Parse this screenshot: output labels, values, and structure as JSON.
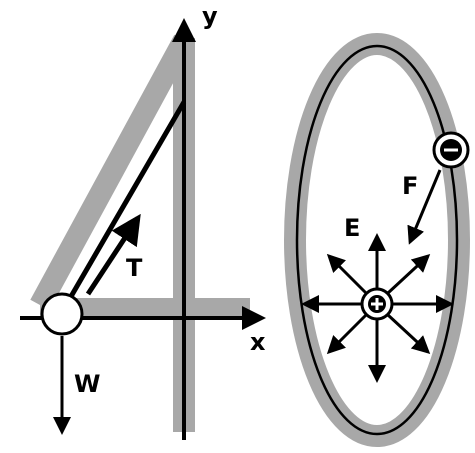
{
  "figure": {
    "number_shape": "40",
    "labels": {
      "y_axis": "y",
      "x_axis": "x",
      "tension": "T",
      "weight": "W",
      "electric_field": "E",
      "force": "F"
    },
    "charges": {
      "positive_symbol": "+",
      "negative_symbol": "−"
    },
    "colors": {
      "shape_gray": "#a8a8a8",
      "ink": "#000000",
      "background": "#ffffff"
    }
  }
}
